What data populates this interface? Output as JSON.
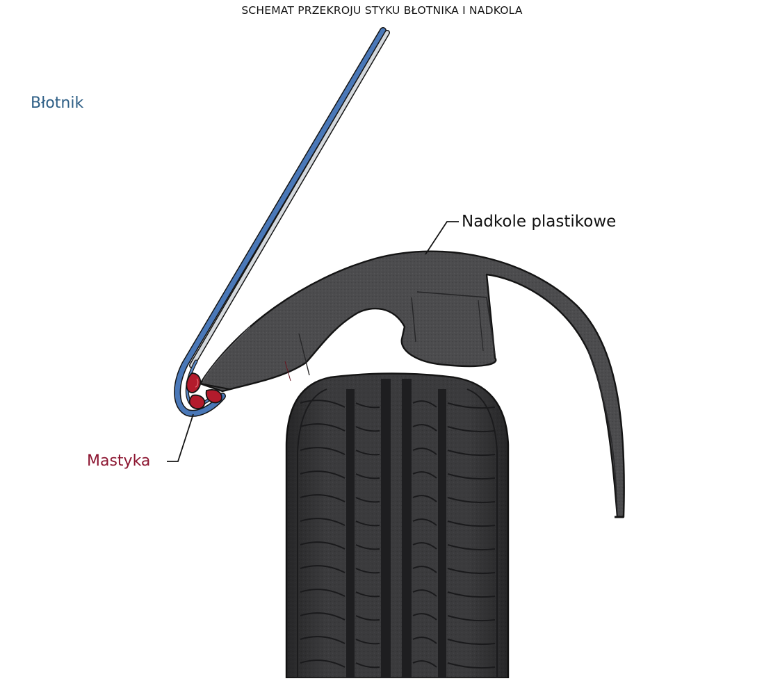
{
  "diagram": {
    "title": "SCHEMAT PRZEKROJU STYKU BŁOTNIKA I NADKOLA",
    "labels": {
      "fender": "Błotnik",
      "liner": "Nadkole plastikowe",
      "mastic": "Mastyka"
    },
    "colors": {
      "fender": "#4a78b8",
      "fender_label": "#2e5f86",
      "mastic": "#b31b2c",
      "mastic_label": "#8c1530",
      "liner": "#4a4a4c",
      "tire": "#3a3a3c",
      "tire_groove": "#1e1e20",
      "outline": "#141414"
    },
    "icons": [
      "tire-illustration",
      "wheel-liner-shape",
      "fender-panel-shape",
      "sealant-blob"
    ]
  }
}
